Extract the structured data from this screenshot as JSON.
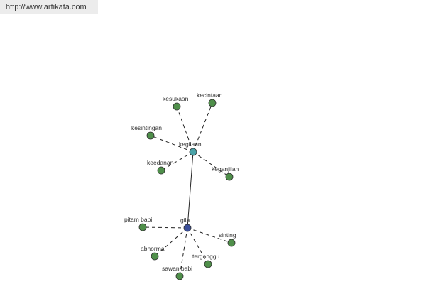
{
  "source_url": "http://www.artikata.com",
  "colors": {
    "hub_primary": "#3b4f9a",
    "hub_secondary": "#4aa3a8",
    "leaf": "#4f8f4a",
    "node_stroke": "#2f2f2f",
    "edge": "#222222"
  },
  "nodes": [
    {
      "id": "gila",
      "label": "gila",
      "kind": "hub_primary"
    },
    {
      "id": "kegilaan",
      "label": "kegilaan",
      "kind": "hub_secondary"
    },
    {
      "id": "kesukaan",
      "label": "kesukaan",
      "kind": "leaf"
    },
    {
      "id": "kecintaan",
      "label": "kecintaan",
      "kind": "leaf"
    },
    {
      "id": "kesintingan",
      "label": "kesintingan",
      "kind": "leaf"
    },
    {
      "id": "keedanan",
      "label": "keedanan",
      "kind": "leaf"
    },
    {
      "id": "keganjilan",
      "label": "keganjilan",
      "kind": "leaf"
    },
    {
      "id": "pitam-babi",
      "label": "pitam babi",
      "kind": "leaf"
    },
    {
      "id": "sinting",
      "label": "sinting",
      "kind": "leaf"
    },
    {
      "id": "abnormal",
      "label": "abnormal",
      "kind": "leaf"
    },
    {
      "id": "terganggu",
      "label": "terganggu",
      "kind": "leaf"
    },
    {
      "id": "sawan-babi",
      "label": "sawan babi",
      "kind": "leaf"
    }
  ],
  "edges": [
    {
      "from": "gila",
      "to": "kegilaan",
      "style": "solid"
    },
    {
      "from": "kegilaan",
      "to": "kesukaan",
      "style": "dashed"
    },
    {
      "from": "kegilaan",
      "to": "kecintaan",
      "style": "dashed"
    },
    {
      "from": "kegilaan",
      "to": "kesintingan",
      "style": "dashed"
    },
    {
      "from": "kegilaan",
      "to": "keedanan",
      "style": "dashed"
    },
    {
      "from": "kegilaan",
      "to": "keganjilan",
      "style": "dashed"
    },
    {
      "from": "gila",
      "to": "pitam-babi",
      "style": "dashed"
    },
    {
      "from": "gila",
      "to": "sinting",
      "style": "dashed"
    },
    {
      "from": "gila",
      "to": "abnormal",
      "style": "dashed"
    },
    {
      "from": "gila",
      "to": "terganggu",
      "style": "dashed"
    },
    {
      "from": "gila",
      "to": "sawan-babi",
      "style": "dashed"
    }
  ]
}
